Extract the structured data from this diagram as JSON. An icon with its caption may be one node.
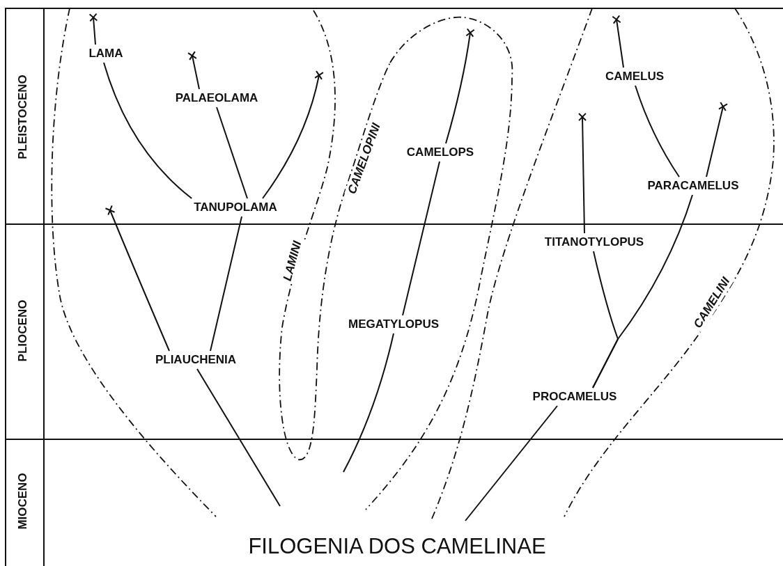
{
  "diagram": {
    "title": "FILOGENIA DOS CAMELINAE",
    "nodes": [
      {
        "text": [
          "LAMINI"
        ]
      },
      {
        "text": [
          "LAMA"
        ],
        "in": 0
      },
      {
        "text": [
          "PALAEOLAMA"
        ],
        "in": 0
      },
      {
        "text": [
          "TANUPOLAMA"
        ],
        "in": 0
      },
      {
        "text": [
          "PLIAUCHENIA"
        ],
        "in": 0
      },
      {
        "text": [
          "CAMELOPINI"
        ]
      },
      {
        "text": [
          "CAMELOPS"
        ],
        "in": 5
      },
      {
        "text": [
          "MEGATYLOPUS"
        ],
        "in": 5
      },
      {
        "text": [
          "CAMELINI"
        ]
      },
      {
        "text": [
          "CAMELUS"
        ],
        "in": 8
      },
      {
        "text": [
          "PARACAMELUS"
        ],
        "in": 8
      },
      {
        "text": [
          "TITANOTYLOPUS"
        ],
        "in": 8
      },
      {
        "text": [
          "PROCAMELUS"
        ],
        "in": 8
      }
    ],
    "edges": [
      {
        "from": 1,
        "to": null,
        "arrow": "other"
      },
      {
        "from": 3,
        "to": 1,
        "arrow": "none"
      },
      {
        "from": 2,
        "to": null,
        "arrow": "other"
      },
      {
        "from": 3,
        "to": 2,
        "arrow": "none"
      },
      {
        "from": 3,
        "to": null,
        "arrow": "other"
      },
      {
        "from": 4,
        "to": 3,
        "arrow": "none"
      },
      {
        "from": 4,
        "to": null,
        "arrow": "other"
      },
      {
        "from": null,
        "to": 4,
        "arrow": "none"
      },
      {
        "from": 6,
        "to": null,
        "arrow": "other"
      },
      {
        "from": 7,
        "to": 6,
        "arrow": "none"
      },
      {
        "from": null,
        "to": 7,
        "arrow": "none"
      },
      {
        "from": 9,
        "to": null,
        "arrow": "other"
      },
      {
        "from": 10,
        "to": 9,
        "arrow": "none"
      },
      {
        "from": 10,
        "to": null,
        "arrow": "other"
      },
      {
        "from": 11,
        "to": null,
        "arrow": "other"
      },
      {
        "from": 12,
        "to": 10,
        "arrow": "none"
      },
      {
        "from": 12,
        "to": 11,
        "arrow": "none"
      },
      {
        "from": null,
        "to": 12,
        "arrow": "none"
      }
    ],
    "labels": [
      "PLEISTOCENO",
      "PLIOCENO",
      "MIOCENO"
    ]
  }
}
